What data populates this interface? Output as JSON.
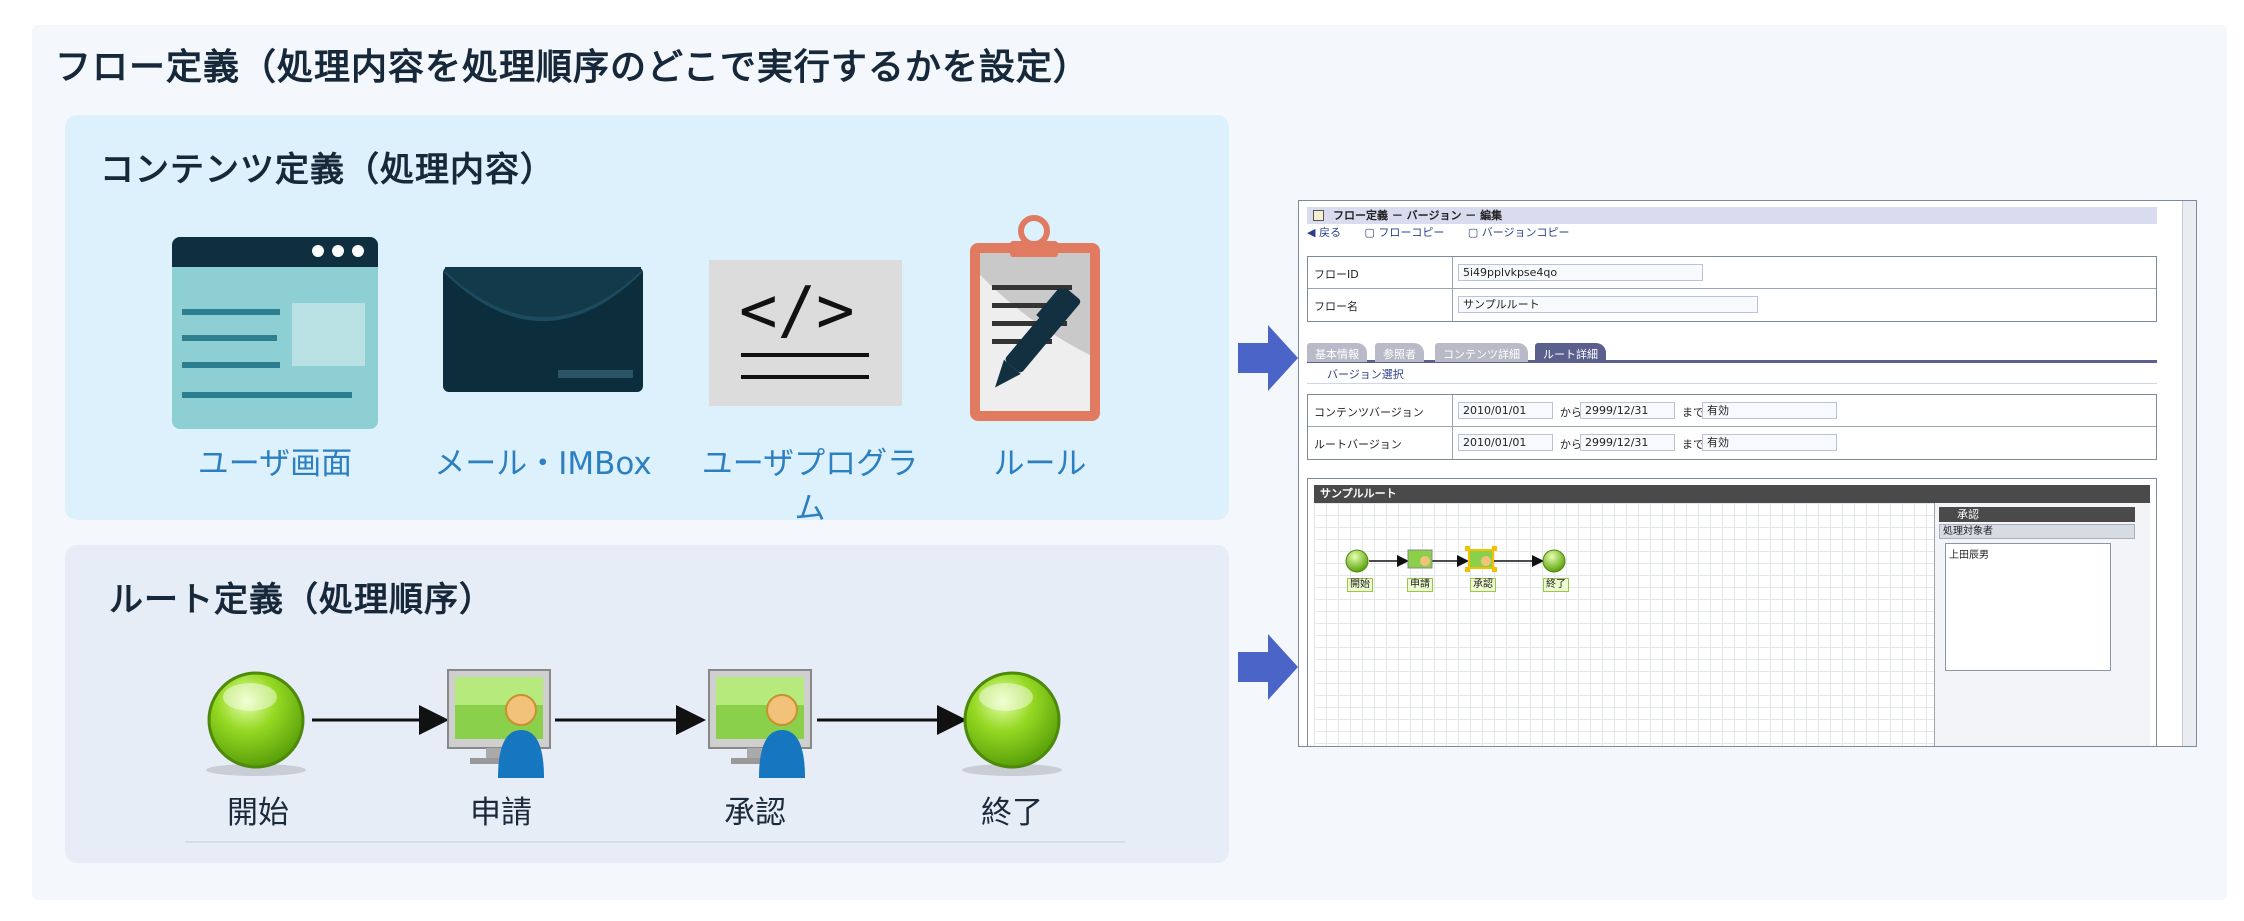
{
  "main_title": "フロー定義（処理内容を処理順序のどこで実行するかを設定）",
  "contents": {
    "title": "コンテンツ定義（処理内容）",
    "items": [
      {
        "label": "ユーザ画面",
        "icon": "browser-window-icon"
      },
      {
        "label": "メール・IMBox",
        "icon": "envelope-icon"
      },
      {
        "label": "ユーザプログラム",
        "icon": "code-icon"
      },
      {
        "label": "ルール",
        "icon": "clipboard-pen-icon"
      }
    ]
  },
  "route": {
    "title": "ルート定義（処理順序）",
    "nodes": [
      "開始",
      "申請",
      "承認",
      "終了"
    ]
  },
  "screenshot": {
    "window_title": "フロー定義 － バージョン － 編集",
    "toolbar": {
      "back": "戻る",
      "flow_copy": "フローコピー",
      "version_copy": "バージョンコピー"
    },
    "form": {
      "flow_id_label": "フローID",
      "flow_id_value": "5i49pplvkpse4qo",
      "flow_name_label": "フロー名",
      "flow_name_value": "サンプルルート"
    },
    "tabs": [
      "基本情報",
      "参照者",
      "コンテンツ詳細",
      "ルート詳細"
    ],
    "version_select": "バージョン選択",
    "versions": {
      "content_label": "コンテンツバージョン",
      "route_label": "ルートバージョン",
      "content_from": "2010/01/01",
      "content_to": "2999/12/31",
      "route_from": "2010/01/01",
      "route_to": "2999/12/31",
      "kara": "から",
      "made": "まで",
      "status": "有効"
    },
    "route_panel_title": "サンプルルート",
    "route_nodes": [
      "開始",
      "申請",
      "承認",
      "終了"
    ],
    "side_title": "承認",
    "side_subtitle": "処理対象者",
    "side_user": "上田辰男"
  },
  "colors": {
    "accent_blue": "#2c7fc1",
    "arrow_blue": "#4a64c8",
    "node_green": "#8ed11a",
    "contents_bg": "#dcf1fb",
    "route_bg": "#e6edf7"
  }
}
